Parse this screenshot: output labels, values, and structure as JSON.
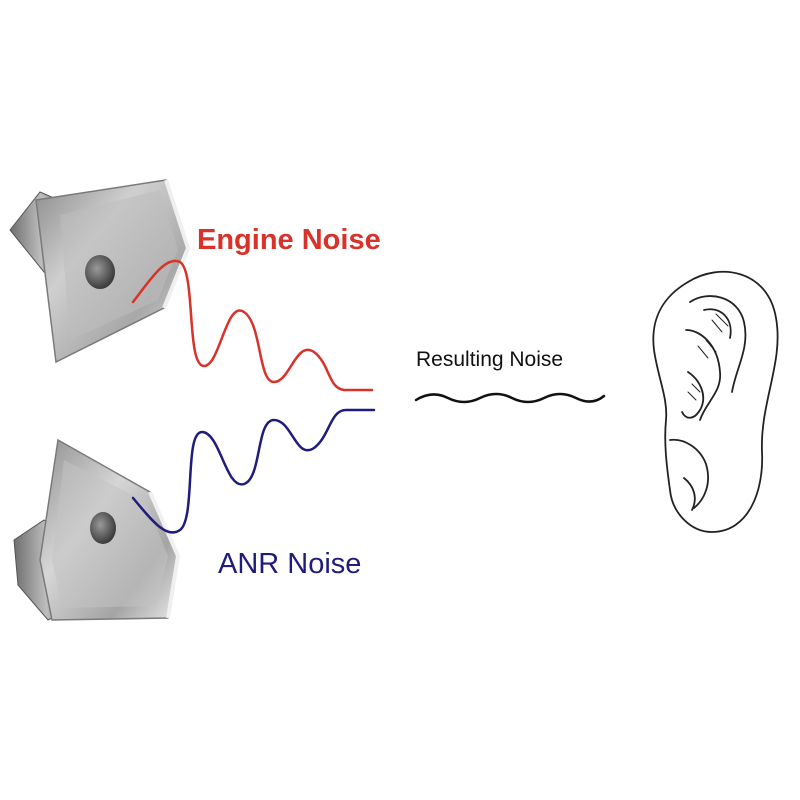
{
  "labels": {
    "engine_noise": "Engine Noise",
    "anr_noise": "ANR Noise",
    "resulting_noise": "Resulting Noise"
  },
  "colors": {
    "engine_wave": "#d8322a",
    "anr_wave": "#1f1c7c",
    "result_wave": "#111111",
    "speaker_dark": "#5a5a5a",
    "speaker_light": "#d4d4d4",
    "ear_outline": "#222222"
  },
  "icons": {
    "speaker_top": "speaker-icon",
    "speaker_bottom": "speaker-icon",
    "ear": "ear-icon"
  }
}
